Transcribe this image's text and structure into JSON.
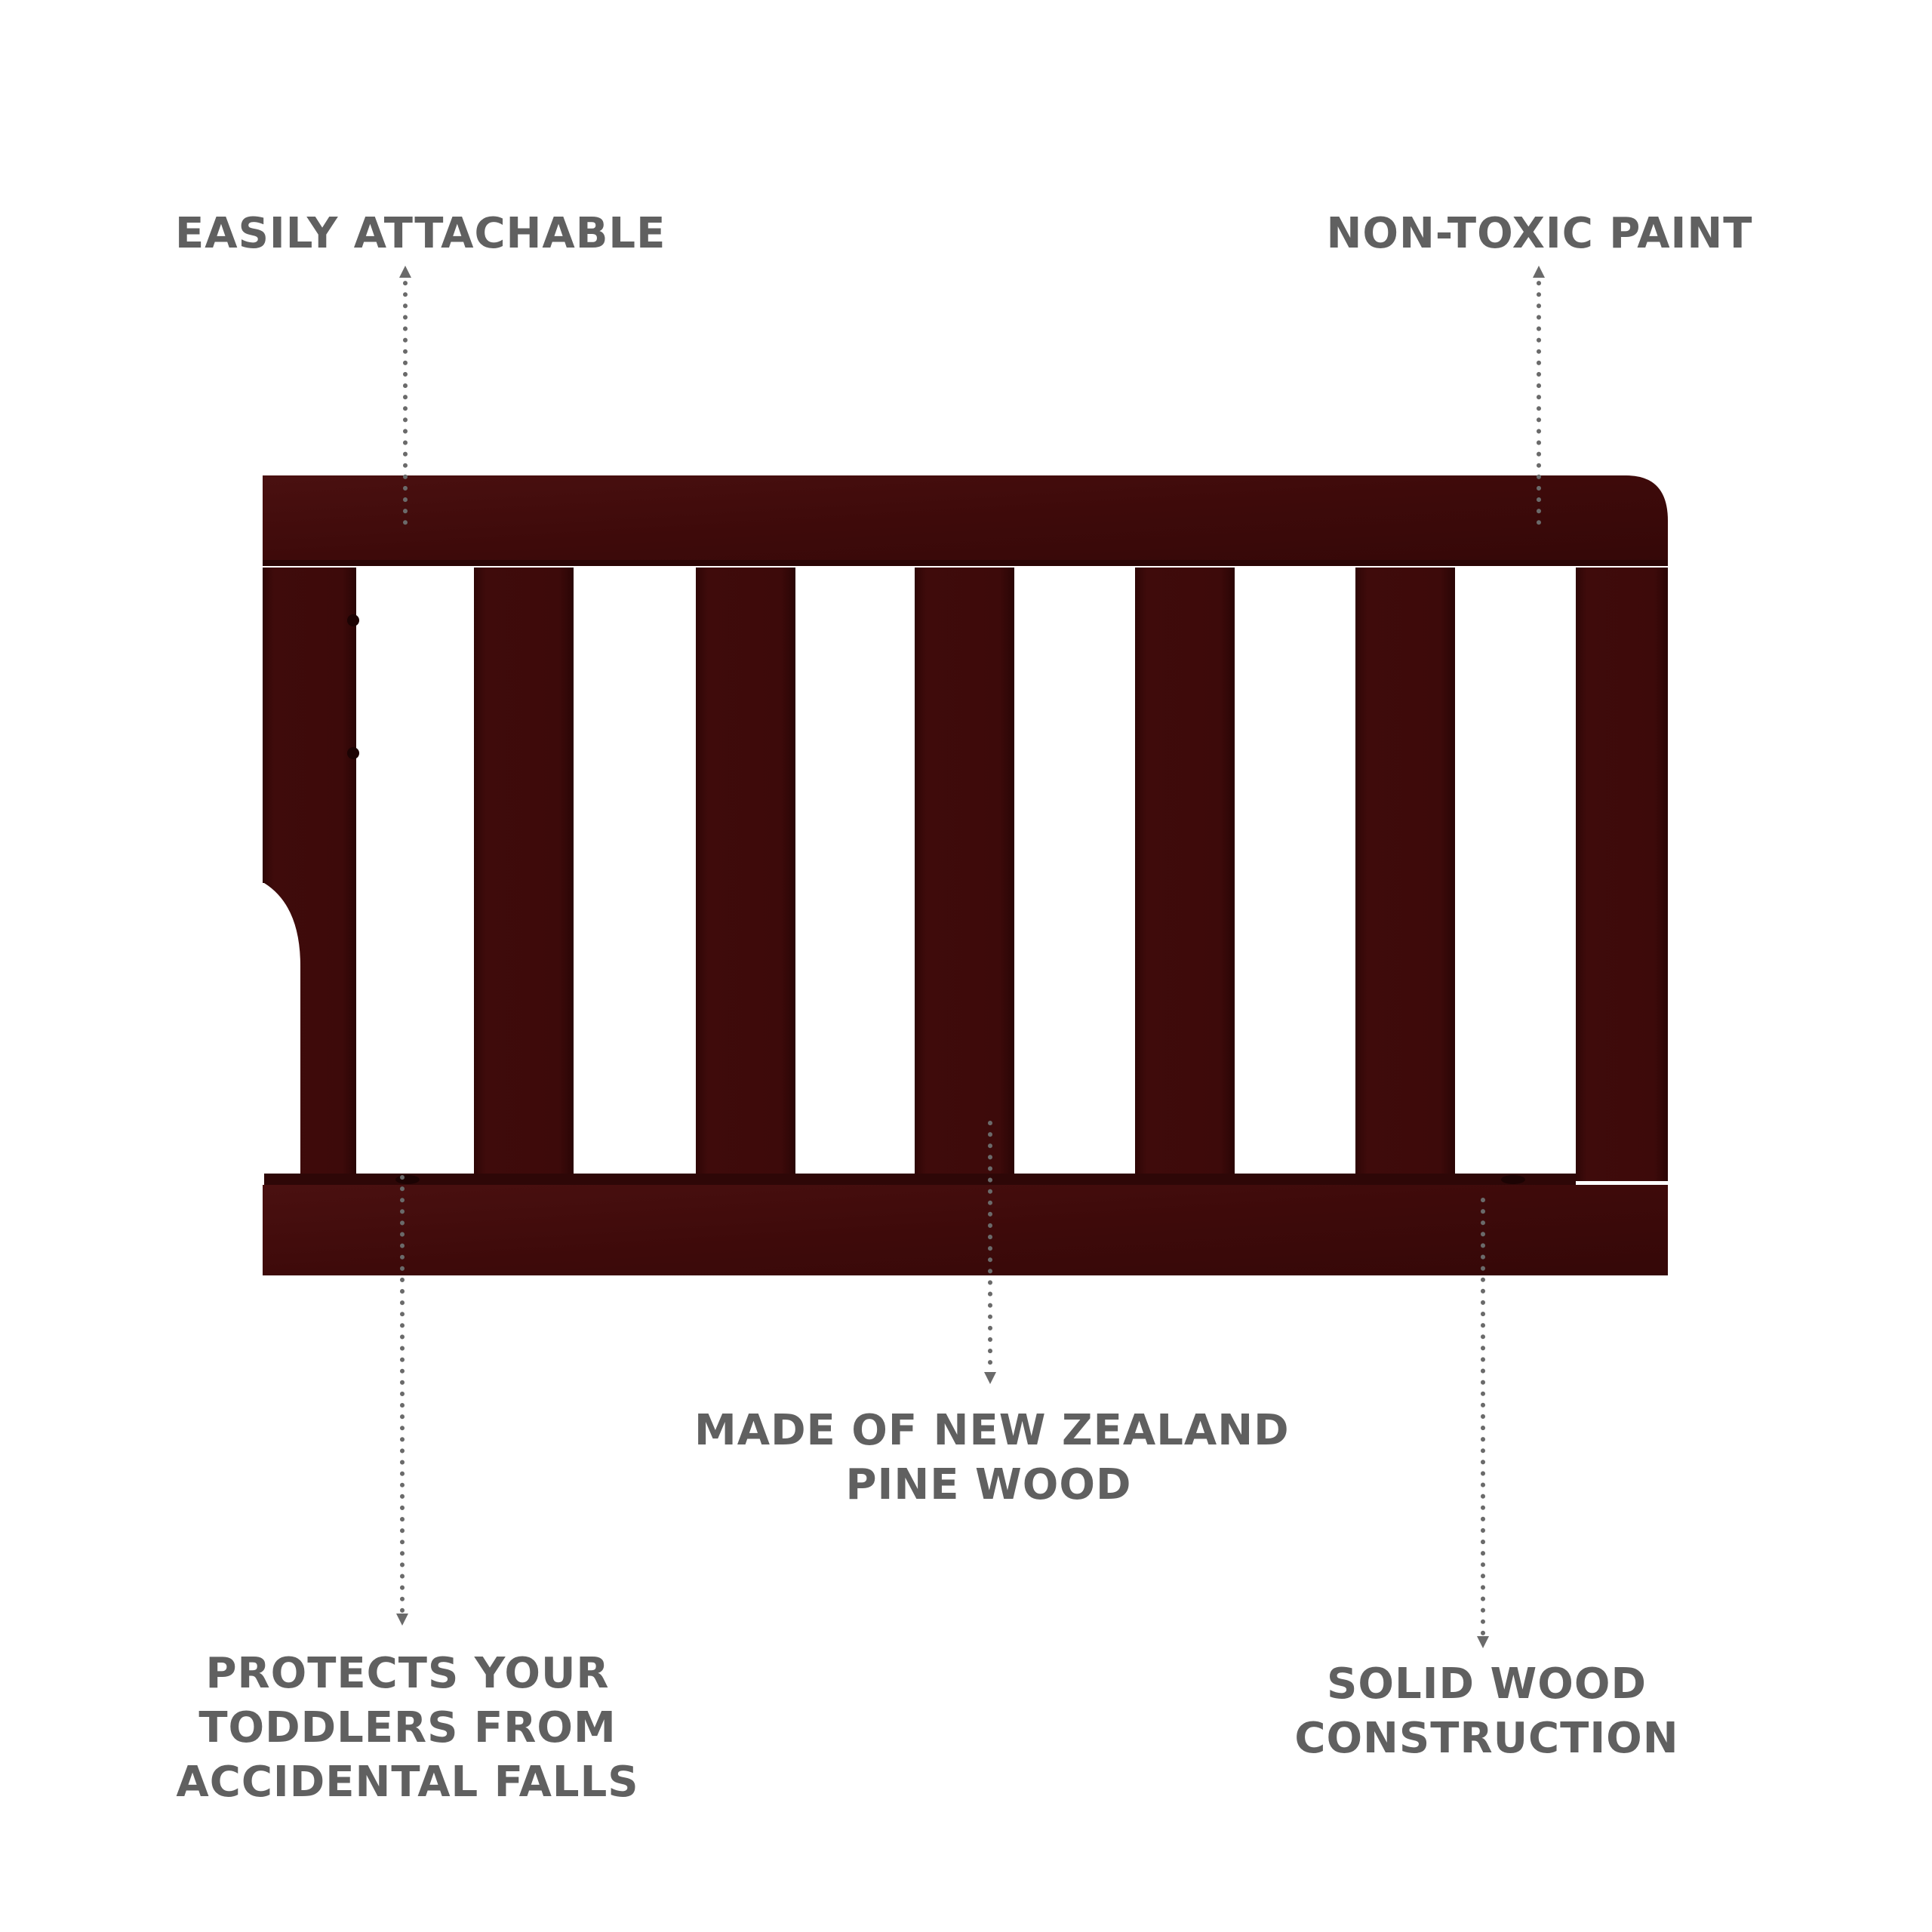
{
  "colors": {
    "wood": "#3f0b0b",
    "wood_highlight": "#531414",
    "wood_shadow": "#2a0606",
    "label_text": "#606060",
    "leader_dots": "#6a6a6a",
    "background": "#ffffff"
  },
  "callouts": {
    "top_left": {
      "lines": [
        "EASILY ATTACHABLE"
      ]
    },
    "top_right": {
      "lines": [
        "NON-TOXIC PAINT"
      ]
    },
    "middle": {
      "lines": [
        "MADE OF NEW ZEALAND",
        "PINE WOOD"
      ]
    },
    "bottom_left": {
      "lines": [
        "PROTECTS YOUR",
        "TODDLERS FROM",
        "ACCIDENTAL FALLS"
      ]
    },
    "bottom_right": {
      "lines": [
        "SOLID WOOD",
        "CONSTRUCTION"
      ]
    }
  },
  "product": {
    "name": "toddler-guard-rail",
    "slat_count": 5
  }
}
